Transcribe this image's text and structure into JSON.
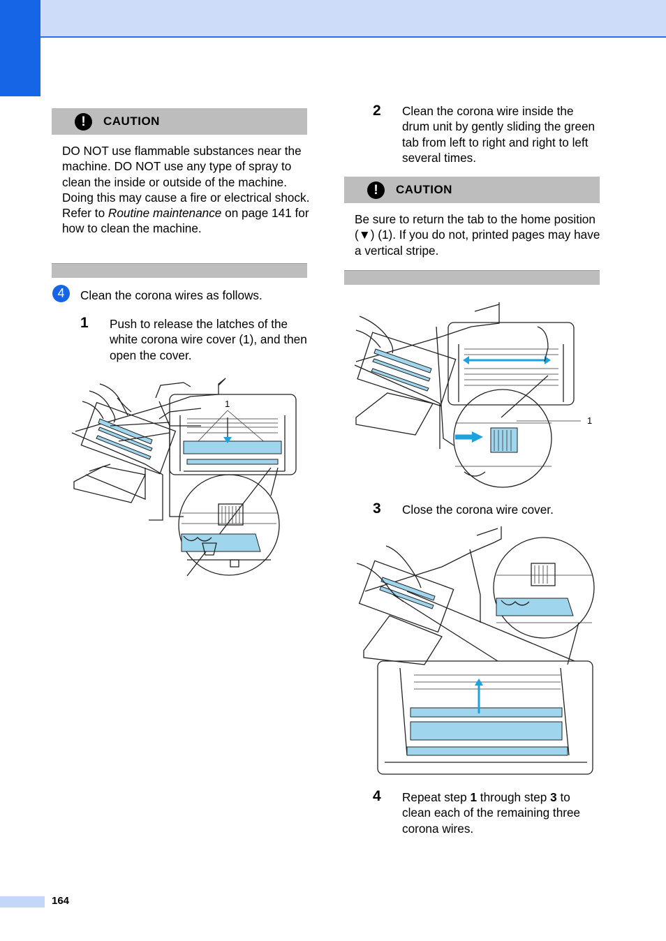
{
  "page": {
    "number": "164"
  },
  "colors": {
    "accent": "#1565e6",
    "header_band": "#cddcf9",
    "caution_band": "#bdbdbd",
    "illustration_blue": "#9fd6ee",
    "arrow_blue": "#1aa3df"
  },
  "caution1": {
    "icon": "exclamation-icon",
    "title": "CAUTION",
    "text_parts": [
      "DO NOT use flammable substances near the machine. DO NOT use any type of spray to clean the inside or outside of the machine. Doing this may cause a fire or electrical shock. Refer to ",
      "Routine maintenance",
      " on page 141 for how to clean the machine."
    ]
  },
  "step4": {
    "number": "4",
    "text": "Clean the corona wires as follows.",
    "substeps": {
      "s1": {
        "number": "1",
        "text": "Push to release the latches of the white corona wire cover (1), and then open the cover.",
        "callout": "1"
      },
      "s2": {
        "number": "2",
        "text": "Clean the corona wire inside the drum unit by gently sliding the green tab from left to right and right to left several times."
      },
      "s3": {
        "number": "3",
        "text": "Close the corona wire cover."
      },
      "s4": {
        "number": "4",
        "text_parts": [
          "Repeat step ",
          "1",
          " through step ",
          "3",
          " to clean each of the remaining three corona wires."
        ]
      }
    }
  },
  "caution2": {
    "icon": "exclamation-icon",
    "title": "CAUTION",
    "text": "Be sure to return the tab to the home position (▼) (1). If you do not, printed pages may have a vertical stripe.",
    "callout": "1"
  }
}
